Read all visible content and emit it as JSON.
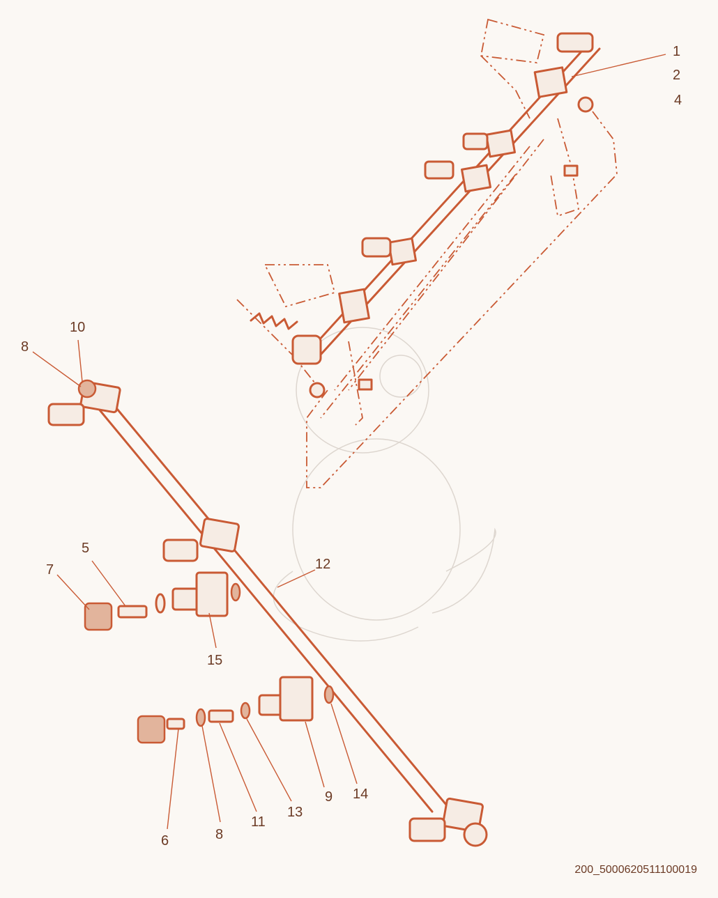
{
  "diagram": {
    "accent_color": "#c95a34",
    "callouts": {
      "c1": "1",
      "c2": "2",
      "c4": "4",
      "c10": "10",
      "c8a": "8",
      "c5": "5",
      "c7": "7",
      "c12": "12",
      "c15": "15",
      "c6": "6",
      "c8b": "8",
      "c11": "11",
      "c13": "13",
      "c9": "9",
      "c14": "14"
    },
    "drawing_code": "200_5000620511100019"
  }
}
